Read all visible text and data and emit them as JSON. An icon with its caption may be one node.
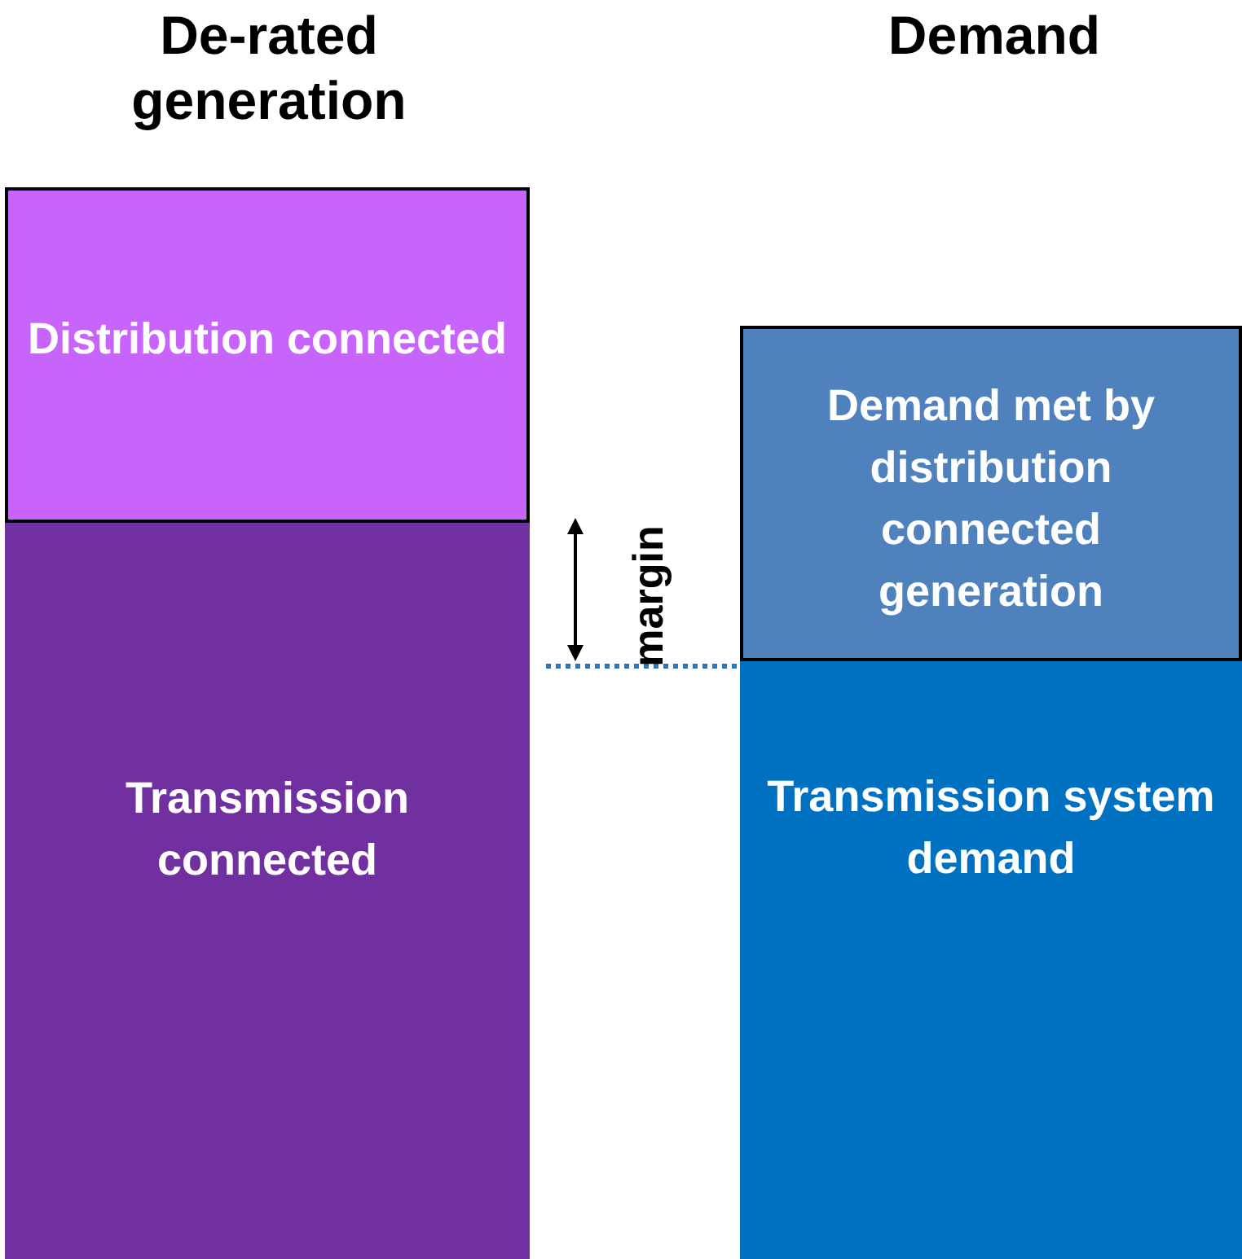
{
  "diagram": {
    "nodes": [
      {
        "text": [
          "Distribution connected"
        ]
      },
      {
        "text": [
          "Transmission connected"
        ]
      },
      {
        "text": [
          "Demand met by distribution connected generation"
        ]
      },
      {
        "text": [
          "Transmission system demand"
        ]
      }
    ],
    "labels": [
      "De-rated generation",
      "Demand",
      "margin"
    ]
  }
}
